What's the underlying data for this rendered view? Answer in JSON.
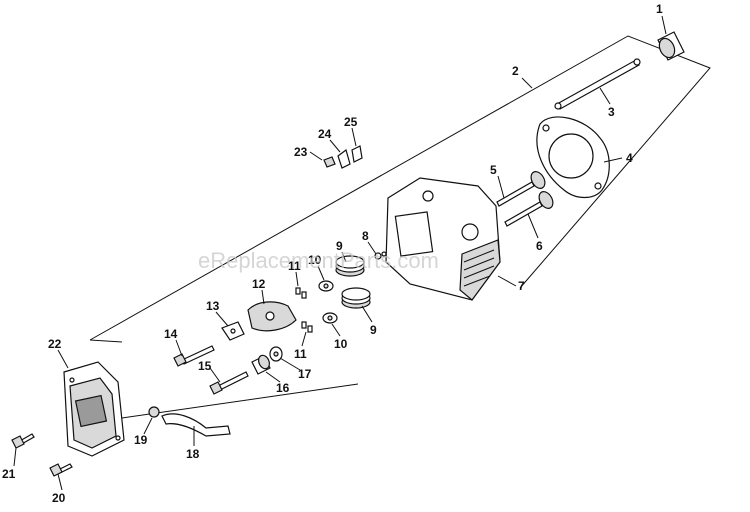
{
  "watermark": "eReplacementParts.com",
  "callouts": [
    {
      "id": "1",
      "label": "1"
    },
    {
      "id": "2",
      "label": "2"
    },
    {
      "id": "3",
      "label": "3"
    },
    {
      "id": "4",
      "label": "4"
    },
    {
      "id": "5",
      "label": "5"
    },
    {
      "id": "6",
      "label": "6"
    },
    {
      "id": "7",
      "label": "7"
    },
    {
      "id": "8",
      "label": "8"
    },
    {
      "id": "9a",
      "label": "9"
    },
    {
      "id": "9b",
      "label": "9"
    },
    {
      "id": "10a",
      "label": "10"
    },
    {
      "id": "10b",
      "label": "10"
    },
    {
      "id": "11a",
      "label": "11"
    },
    {
      "id": "11b",
      "label": "11"
    },
    {
      "id": "12",
      "label": "12"
    },
    {
      "id": "13",
      "label": "13"
    },
    {
      "id": "14",
      "label": "14"
    },
    {
      "id": "15",
      "label": "15"
    },
    {
      "id": "16",
      "label": "16"
    },
    {
      "id": "17",
      "label": "17"
    },
    {
      "id": "18",
      "label": "18"
    },
    {
      "id": "19",
      "label": "19"
    },
    {
      "id": "20",
      "label": "20"
    },
    {
      "id": "21",
      "label": "21"
    },
    {
      "id": "22",
      "label": "22"
    },
    {
      "id": "23",
      "label": "23"
    },
    {
      "id": "24",
      "label": "24"
    },
    {
      "id": "25",
      "label": "25"
    }
  ]
}
